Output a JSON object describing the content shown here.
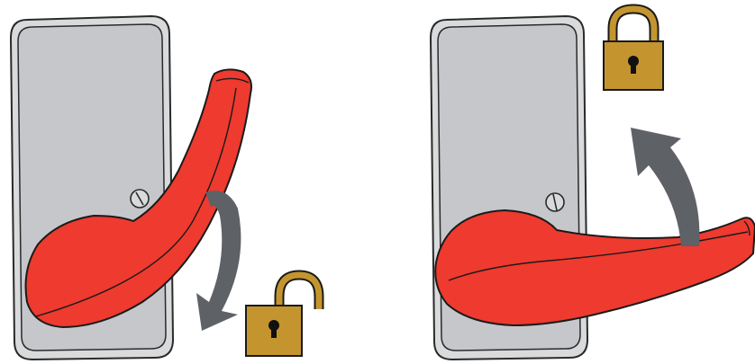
{
  "colors": {
    "handle_fill": "#ee3a2f",
    "handle_stroke": "#1a1a1a",
    "plate_fill": "#c5c7ca",
    "plate_outer": "#d9dadc",
    "plate_stroke": "#2a2a2a",
    "arrow_fill": "#5e6166",
    "padlock_body": "#c4952f",
    "padlock_shackle": "#c4952f",
    "keyhole": "#111111"
  },
  "panels": [
    {
      "id": "unlocked",
      "handle_position": "pointing-up",
      "arrow_direction": "down",
      "padlock_state": "open",
      "icons": [
        "door-plate",
        "lever-handle",
        "curved-arrow-down-icon",
        "padlock-open-icon"
      ]
    },
    {
      "id": "locked",
      "handle_position": "horizontal",
      "arrow_direction": "up",
      "padlock_state": "closed",
      "icons": [
        "door-plate",
        "lever-handle",
        "curved-arrow-up-icon",
        "padlock-closed-icon"
      ]
    }
  ]
}
